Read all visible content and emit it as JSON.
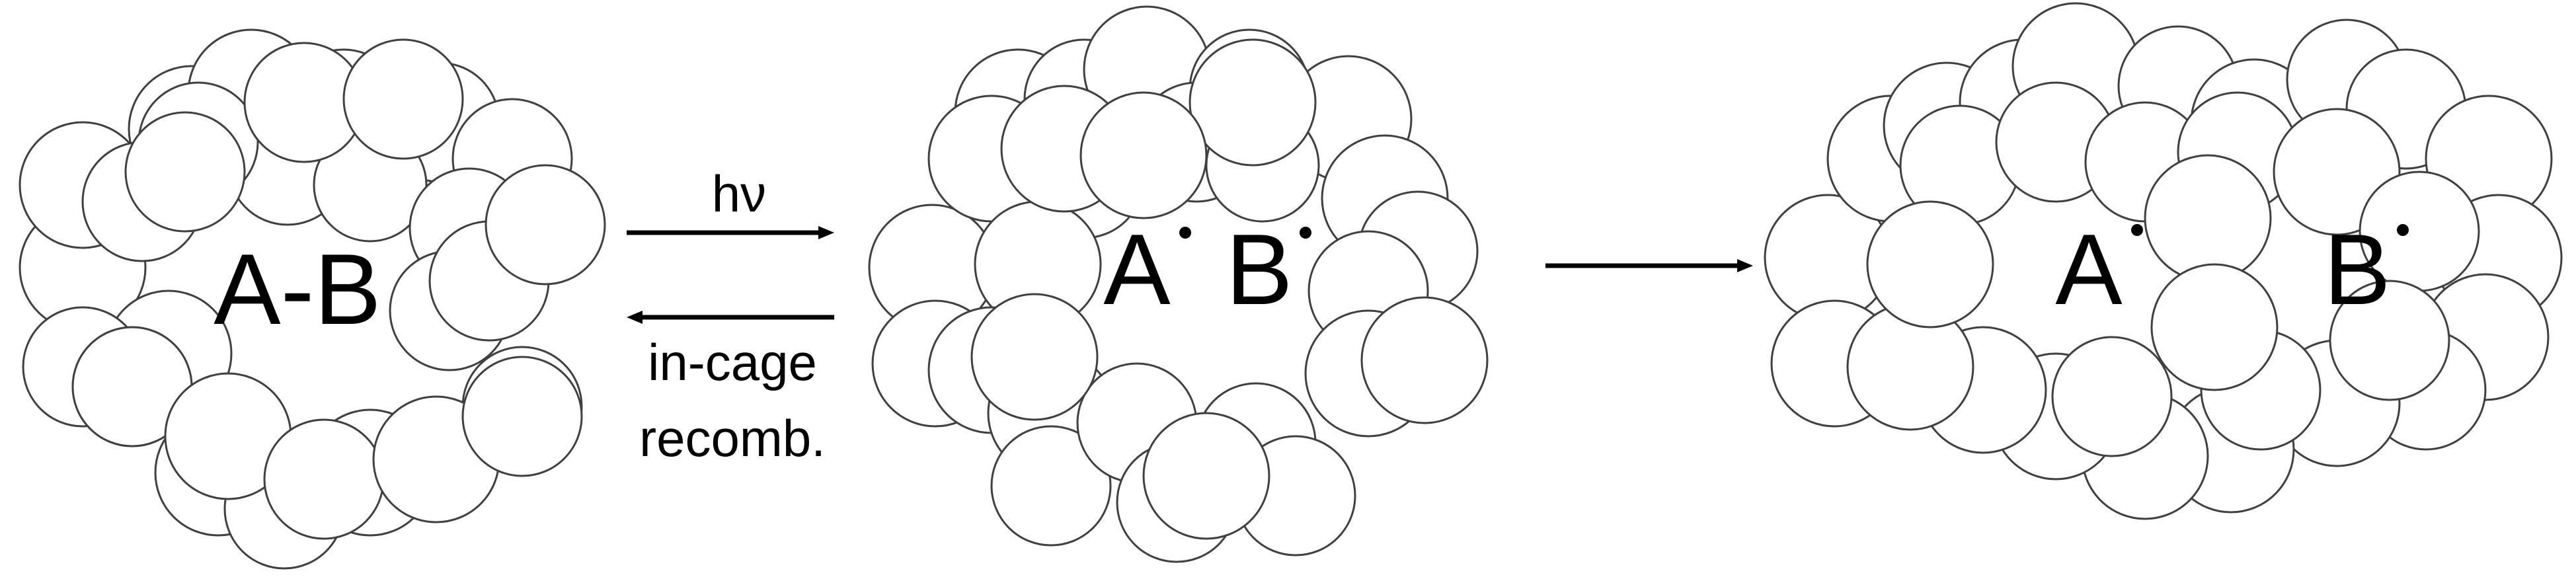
{
  "cage1": {
    "molecule_label": "A-B"
  },
  "forward_arrow": {
    "label": "hν"
  },
  "reverse_arrow": {
    "label_line1": "in-cage",
    "label_line2": "recomb."
  },
  "cage2": {
    "radical_a_label": "A",
    "radical_b_label": "B"
  },
  "escape_arrow": {},
  "cage3": {
    "radical_a_label": "A",
    "radical_b_label": "B"
  },
  "colors": {
    "stroke": "#404040",
    "text": "#000000",
    "fill": "#ffffff"
  }
}
